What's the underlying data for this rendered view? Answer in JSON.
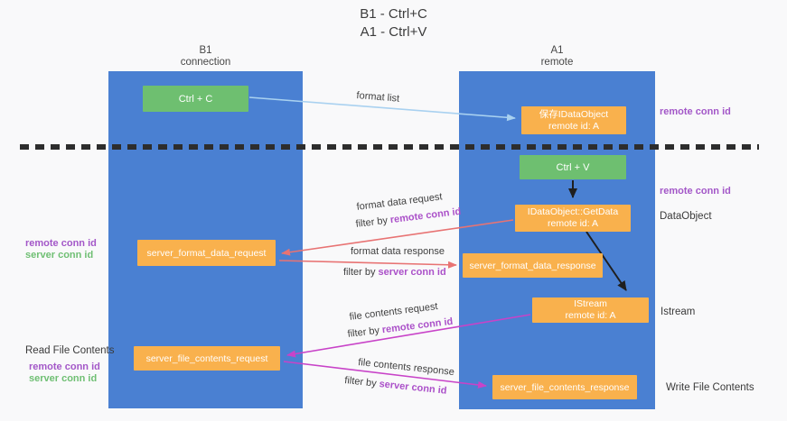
{
  "title": {
    "line1": "B1 - Ctrl+C",
    "line2": "A1 - Ctrl+V"
  },
  "lifelines": {
    "left": {
      "name": "B1",
      "role": "connection"
    },
    "right": {
      "name": "A1",
      "role": "remote"
    }
  },
  "boxes": {
    "ctrl_c": {
      "label": "Ctrl + C"
    },
    "ctrl_v": {
      "label": "Ctrl + V"
    },
    "save_dataobject": {
      "line1": "保存IDataObject",
      "line2": "remote id: A"
    },
    "getdata": {
      "line1": "IDataObject::GetData",
      "line2": "remote id: A"
    },
    "istream": {
      "line1": "IStream",
      "line2": "remote id: A"
    },
    "format_request": {
      "label": "server_format_data_request"
    },
    "format_response": {
      "label": "server_format_data_response"
    },
    "file_request": {
      "label": "server_file_contents_request"
    },
    "file_response": {
      "label": "server_file_contents_response"
    }
  },
  "arrows": {
    "format_list": {
      "label": "format list"
    },
    "format_data_request": {
      "label": "format data request",
      "filter_prefix": "filter by",
      "filter_key": "remote conn id"
    },
    "format_data_response": {
      "label": "format data response",
      "filter_prefix": "filter by",
      "filter_key": "server conn id"
    },
    "file_contents_request": {
      "label": "file contents request",
      "filter_prefix": "filter by",
      "filter_key": "remote conn id"
    },
    "file_contents_response": {
      "label": "file contents response",
      "filter_prefix": "filter by",
      "filter_key": "server conn id"
    }
  },
  "side_labels": {
    "right_top_remote_conn_id": "remote conn id",
    "right_mid_remote_conn_id": "remote conn id",
    "dataobject": "DataObject",
    "istream": "Istream",
    "write_file_contents": "Write File Contents",
    "left_top": {
      "remote_conn_id": "remote conn id",
      "server_conn_id": "server conn id"
    },
    "read_file_contents": "Read File Contents",
    "left_bottom": {
      "remote_conn_id": "remote conn id",
      "server_conn_id": "server conn id"
    }
  },
  "colors": {
    "lifeline_blue": "#4a80d2",
    "box_orange": "#f9b14d",
    "box_green": "#6ebf70",
    "label_purple": "#a357c8",
    "label_green": "#6fbf73",
    "arrow_red": "#e87373",
    "arrow_magenta": "#c843c8",
    "arrow_lightblue": "#a9d1f0",
    "arrow_black": "#1f1f1f"
  }
}
